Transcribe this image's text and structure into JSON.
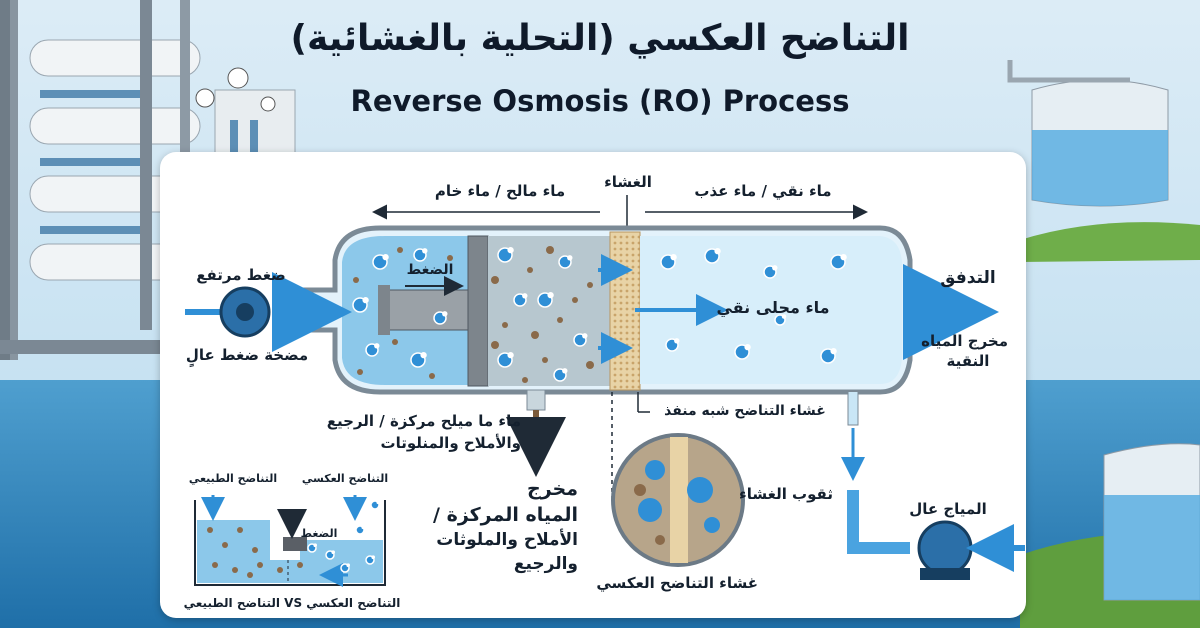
{
  "title_ar": "التناضح العكسي (التحلية بالغشائية)",
  "title_en": "Reverse Osmosis (RO) Process",
  "labels": {
    "raw_water": "ماء مالح / ماء خام",
    "membrane": "الغشاء",
    "pure_water": "ماء نقي / ماء عذب",
    "high_pressure": "ضغط مرتفع",
    "pressure": "الضغط",
    "flow": "التدفق",
    "pure_solution": "ماء محلى نقي",
    "pure_outlet_1": "مخرج المياه",
    "pure_outlet_2": "النقية",
    "hp_pump": "مضخة ضغط عالٍ",
    "semi_membrane": "غشاء التناضح شبه منفذ",
    "brine_1": "ماء ما ميلح مركزة / الرجيع",
    "brine_2": "والأملاح والمنلوتات",
    "concentrate_1": "مخرج",
    "concentrate_2": "المياه المركزة /",
    "concentrate_3": "الأملاح والملوثات",
    "concentrate_4": "والرجيع",
    "membrane_pores": "ثقوب الغشاء",
    "ro_membrane": "غشاء التناضح العكسي",
    "high_water": "المياج عال",
    "natural_osmosis": "التناضح الطبيعي",
    "reverse_osmosis": "التناضح العكسي",
    "inset_pressure": "الضغط",
    "comparison": "التناضح العكسي VS التناضح الطبيعي"
  },
  "colors": {
    "panel_bg": "#ffffff",
    "water_light": "#cfe9f7",
    "water_mid": "#8cc8ea",
    "molecule": "#2f8fd6",
    "particle": "#8a6a4a",
    "membrane": "#e8d3a6",
    "concentrate_arrow": "#7a5a3a"
  },
  "icons": [
    "pump-icon",
    "pressure-gauge-icon",
    "arrow-right-icon",
    "arrow-down-icon",
    "water-tank-icon"
  ]
}
